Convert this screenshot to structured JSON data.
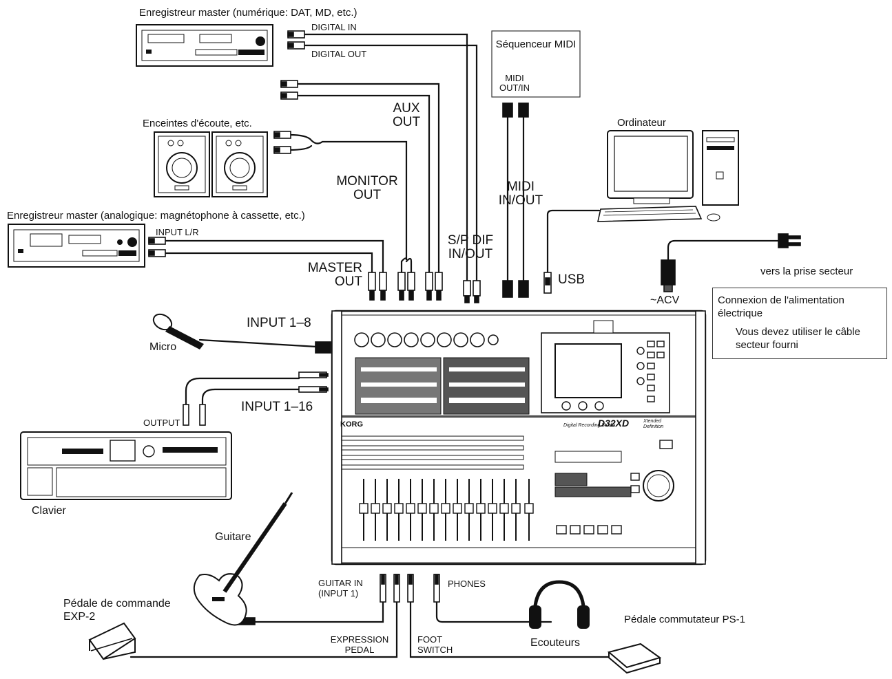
{
  "labels": {
    "master_digital": "Enregistreur master (numérique: DAT, MD, etc.)",
    "digital_in": "DIGITAL IN",
    "digital_out": "DIGITAL OUT",
    "sequencer": "Séquenceur MIDI",
    "midi_out_in": "MIDI OUT/IN",
    "aux_out": "AUX OUT",
    "monitor_speakers": "Enceintes d'écoute, etc.",
    "monitor_out": "MONITOR OUT",
    "midi_in_out": "MIDI IN/OUT",
    "computer": "Ordinateur",
    "master_analog": "Enregistreur master (analogique: magnétophone à cassette, etc.)",
    "input_lr": "INPUT L/R",
    "sp_dif": "S/P DIF IN/OUT",
    "master_out": "MASTER OUT",
    "usb": "USB",
    "mains": "vers la prise secteur",
    "acv": "~ACV",
    "power_title": "Connexion de l'alimentation électrique",
    "power_note": "Vous devez utiliser le câble secteur fourni",
    "input_1_8": "INPUT 1–8",
    "micro": "Micro",
    "input_1_16": "INPUT 1–16",
    "output": "OUTPUT",
    "clavier": "Clavier",
    "guitare": "Guitare",
    "guitar_in": "GUITAR IN (INPUT 1)",
    "phones": "PHONES",
    "exp_pedal_name": "Pédale de commande EXP-2",
    "expression_pedal": "EXPRESSION PEDAL",
    "foot_switch": "FOOT SWITCH",
    "ecouteurs": "Ecouteurs",
    "ps1": "Pédale commutateur PS-1"
  },
  "device": {
    "brand": "KORG",
    "series": "Digital Recording Studio",
    "model": "D32XD",
    "suffix_1": "Xtended",
    "suffix_2": "Definition"
  }
}
